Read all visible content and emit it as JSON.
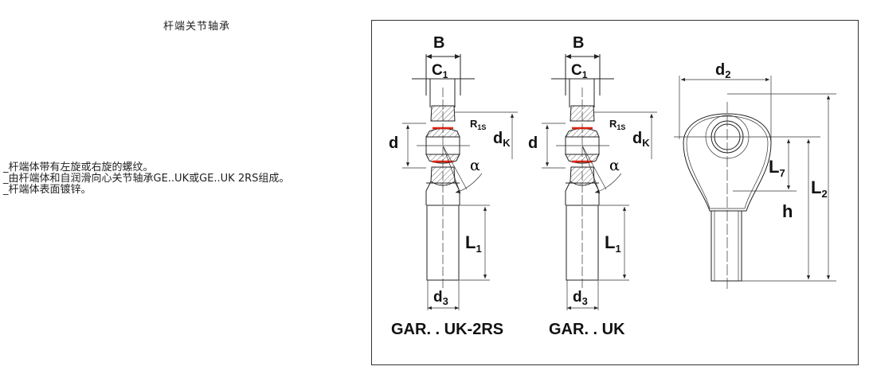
{
  "title": "杆端关节轴承",
  "notes": [
    "_杆端体带有左旋或右旋的螺纹。",
    "_由杆端体和自润滑向心关节轴承GE..UK或GE..UK 2RS组成。",
    "_杆端体表面镀锌。"
  ],
  "drawing": {
    "dims": {
      "B": "B",
      "C": "C",
      "C_sub": "1",
      "d": "d",
      "d_k": "d",
      "d_k_sub": "K",
      "R": "R",
      "R_sub": "1S",
      "alpha": "α",
      "L": "L",
      "L1_sub": "1",
      "d3_sub": "3",
      "d2_sub": "2",
      "L7_sub": "7",
      "L2_sub": "2",
      "h": "h"
    },
    "views": [
      {
        "label": "GAR. . UK-2RS"
      },
      {
        "label": "GAR. . UK"
      }
    ],
    "seal_color": "#e22211"
  }
}
